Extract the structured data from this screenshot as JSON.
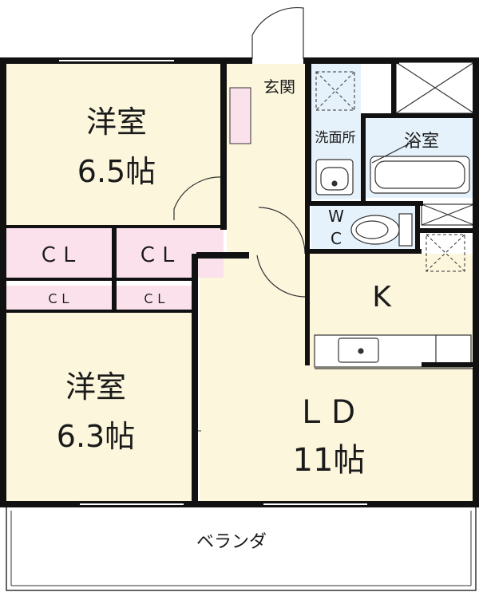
{
  "rooms": {
    "western_room_1": {
      "name": "洋室",
      "size": "6.5帖"
    },
    "western_room_2": {
      "name": "洋室",
      "size": "6.3帖"
    },
    "living_dining": {
      "name": "ＬＤ",
      "size": "11帖"
    },
    "kitchen": {
      "name": "K"
    },
    "entrance": {
      "name": "玄関"
    },
    "washroom": {
      "name": "洗面所"
    },
    "bathroom": {
      "name": "浴室"
    },
    "toilet": {
      "name": "W C"
    },
    "veranda": {
      "name": "ベランダ"
    }
  },
  "closets": {
    "large_left": "ＣＬ",
    "large_right": "ＣＬ",
    "small_left": "ＣＬ",
    "small_right": "ＣＬ"
  },
  "colors": {
    "room_floor": "#fbf6dc",
    "wet_area": "#e6f2fb",
    "closet": "#fbe1ec",
    "wall": "#111111",
    "veranda": "#ffffff"
  }
}
